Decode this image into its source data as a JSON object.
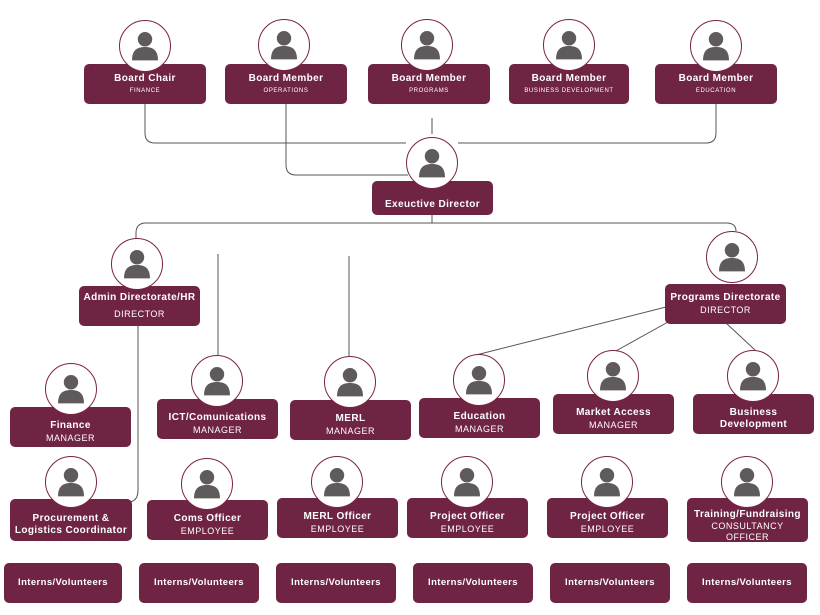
{
  "colors": {
    "box": "#6f2443",
    "avatar_border": "#7a2342",
    "avatar_icon": "#5f5a5c",
    "line": "#555555",
    "text": "#ffffff"
  },
  "icon": "person-icon",
  "board": [
    {
      "title": "Board Chair",
      "subtitle": "FINANCE"
    },
    {
      "title": "Board Member",
      "subtitle": "OPERATIONS"
    },
    {
      "title": "Board Member",
      "subtitle": "PROGRAMS"
    },
    {
      "title": "Board Member",
      "subtitle": "BUSINESS DEVELOPMENT"
    },
    {
      "title": "Board Member",
      "subtitle": "EDUCATION"
    }
  ],
  "executive": {
    "title": "Exeuctive Director"
  },
  "directorates": {
    "admin": {
      "title": "Admin Directorate/HR",
      "subtitle": "DIRECTOR"
    },
    "programs": {
      "title": "Programs Directorate",
      "subtitle": "DIRECTOR"
    }
  },
  "managers": [
    {
      "title": "Finance",
      "subtitle": "MANAGER"
    },
    {
      "title": "ICT/Comunications",
      "subtitle": "MANAGER"
    },
    {
      "title": "MERL",
      "subtitle": "MANAGER"
    },
    {
      "title": "Education",
      "subtitle": "MANAGER"
    },
    {
      "title": "Market Access",
      "subtitle": "MANAGER"
    },
    {
      "title": "Business",
      "title2": "Development"
    }
  ],
  "employees": [
    {
      "title": "Procurement &",
      "title2": "Logistics Coordinator"
    },
    {
      "title": "Coms Officer",
      "subtitle": "EMPLOYEE"
    },
    {
      "title": "MERL Officer",
      "subtitle": "EMPLOYEE"
    },
    {
      "title": "Project Officer",
      "subtitle": "EMPLOYEE"
    },
    {
      "title": "Project Officer",
      "subtitle": "EMPLOYEE"
    },
    {
      "title": "Training/Fundraising",
      "subtitle": "CONSULTANCY",
      "subtitle2": "OFFICER"
    }
  ],
  "interns": [
    {
      "title": "Interns/Volunteers"
    },
    {
      "title": "Interns/Volunteers"
    },
    {
      "title": "Interns/Volunteers"
    },
    {
      "title": "Interns/Volunteers"
    },
    {
      "title": "Interns/Volunteers"
    },
    {
      "title": "Interns/Volunteers"
    }
  ]
}
